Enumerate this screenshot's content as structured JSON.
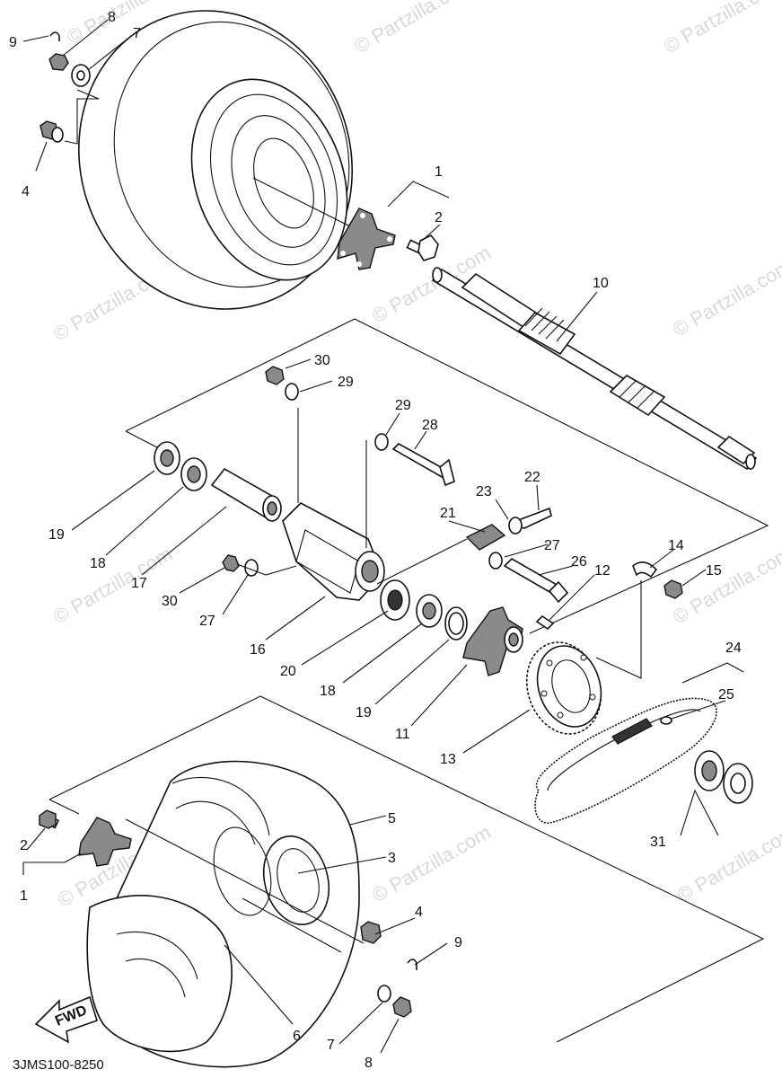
{
  "watermark": {
    "text": "© Partzilla.com"
  },
  "labels": {
    "l1a": "1",
    "l2a": "2",
    "l4a": "4",
    "l7a": "7",
    "l8a": "8",
    "l9a": "9",
    "l10": "10",
    "l30a": "30",
    "l29a": "29",
    "l29b": "29",
    "l28": "28",
    "l22": "22",
    "l23": "23",
    "l21": "21",
    "l27a": "27",
    "l26": "26",
    "l12": "12",
    "l14": "14",
    "l15": "15",
    "l19a": "19",
    "l18a": "18",
    "l17": "17",
    "l30b": "30",
    "l27b": "27",
    "l16": "16",
    "l20": "20",
    "l18b": "18",
    "l19b": "19",
    "l11": "11",
    "l13": "13",
    "l24": "24",
    "l25": "25",
    "l31": "31",
    "l5": "5",
    "l3": "3",
    "l2b": "2",
    "l1b": "1",
    "l4b": "4",
    "l9b": "9",
    "l6": "6",
    "l7b": "7",
    "l8b": "8"
  },
  "fwd_badge": "FWD",
  "diagram_code": "3JMS100-8250"
}
